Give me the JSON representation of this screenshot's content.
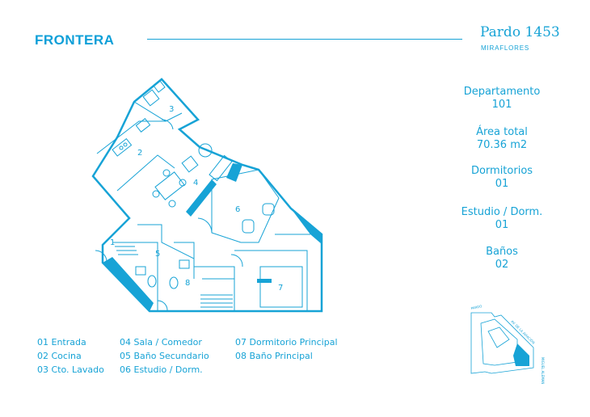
{
  "brand": {
    "logo_text": "FRONTERA"
  },
  "project": {
    "title": "Pardo 1453",
    "subtitle": "MIRAFLORES"
  },
  "specs": [
    {
      "label": "Departamento",
      "value": "101"
    },
    {
      "label": "Área total",
      "value": "70.36 m2"
    },
    {
      "label": "Dormitorios",
      "value": "01"
    },
    {
      "label": "Estudio / Dorm.",
      "value": "01"
    },
    {
      "label": "Baños",
      "value": "02"
    }
  ],
  "rooms": [
    "1",
    "2",
    "3",
    "4",
    "5",
    "6",
    "7",
    "8"
  ],
  "legend": [
    [
      "01 Entrada",
      "02 Cocina",
      "03 Cto. Lavado"
    ],
    [
      "04 Sala / Comedor",
      "05 Baño Secundario",
      "06 Estudio / Dorm."
    ],
    [
      "07 Dormitorio Principal",
      "08 Baño Principal"
    ]
  ],
  "site_plan": {
    "streets": [
      "PARDO",
      "AV. DE LA AVIACIÓN",
      "MIGUEL ALEMAN"
    ]
  },
  "colors": {
    "accent": "#17a3d6",
    "logo": "#0d9fd8",
    "background": "#ffffff"
  }
}
